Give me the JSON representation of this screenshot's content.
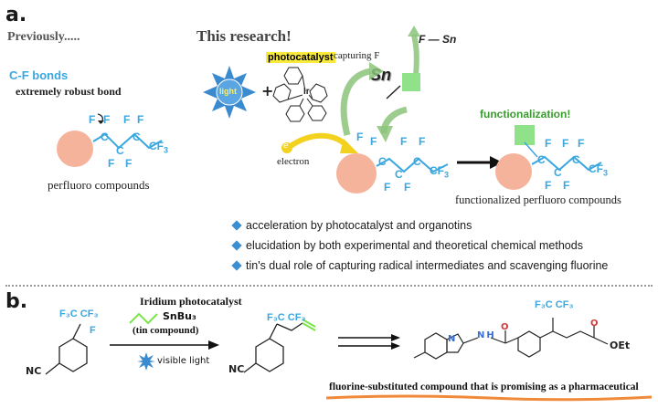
{
  "panel_a": {
    "label": "a.",
    "previously": "Previously.....",
    "this_research": "This research!",
    "cf_bonds": "C-F bonds",
    "robust": "extremely robust bond",
    "perfluoro": "perfluoro compounds",
    "light": "light",
    "plus": "+",
    "photocatalyst": "photocatalyst",
    "ir": "Ir",
    "capturing": "capturing F",
    "fsn": "F — Sn",
    "sn": "Sn",
    "electron_symbol": "e",
    "electron": "electron",
    "functionalization": "functionalization!",
    "functionalized": "functionalized perfluoro compounds",
    "bullets": [
      "acceleration by photocatalyst and organotins",
      "elucidation by both experimental and theoretical chemical methods",
      "tin's dual role of capturing radical intermediates and scavenging fluorine"
    ]
  },
  "panel_b": {
    "label": "b.",
    "iridium": "Iridium photocatalyst",
    "snbu3": "SnBu₃",
    "tin_compound": "(tin compound)",
    "visible_light": "visible light",
    "nc": "NC",
    "f3c_cf3": "F₃C CF₃",
    "f": "F",
    "nh": "N H",
    "n": "N",
    "o": "O",
    "oet": "OEt",
    "caption": "fluorine-substituted compound that is promising as a pharmaceutical"
  }
}
